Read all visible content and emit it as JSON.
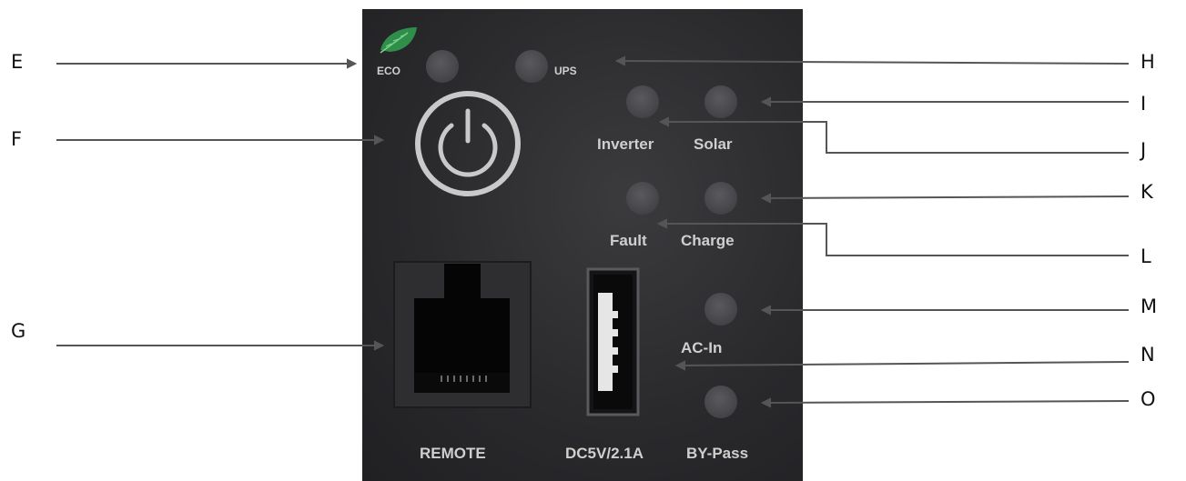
{
  "callouts": [
    "E",
    "F",
    "G",
    "H",
    "I",
    "J",
    "K",
    "L",
    "M",
    "N",
    "O"
  ],
  "panel_labels": {
    "eco": "ECO",
    "ups": "UPS",
    "inverter": "Inverter",
    "solar": "Solar",
    "fault": "Fault",
    "charge": "Charge",
    "ac_in": "AC-In",
    "usb": "DC5V/2.1A",
    "by_pass": "BY-Pass",
    "remote": "REMOTE"
  },
  "colors": {
    "panel": "#2a2a2d",
    "led": "#4a4a4e",
    "leaf": "#2f8f4a",
    "line": "#555555"
  }
}
